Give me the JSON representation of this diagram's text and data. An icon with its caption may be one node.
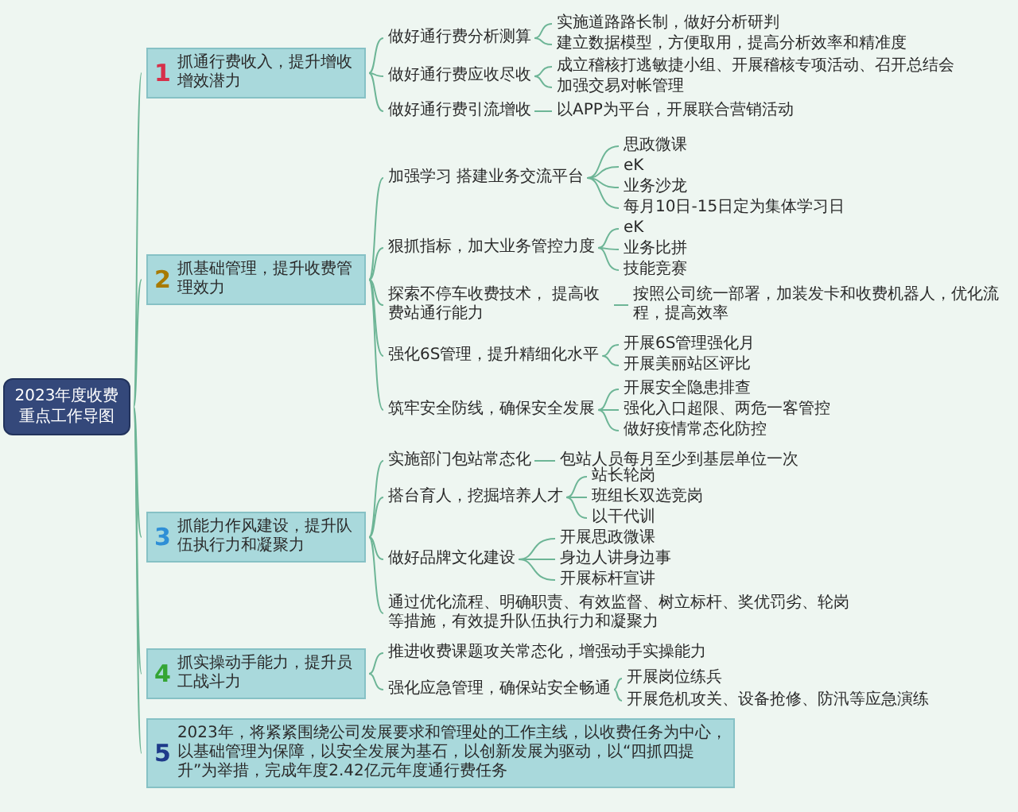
{
  "diagram": {
    "nodes": [
      {
        "text": [
          "2023年度收费重点工作导图"
        ]
      },
      {
        "text": [
          "1",
          "抓通行费收入，提升增收增效潜力"
        ]
      },
      {
        "text": [
          "做好通行费分析测算"
        ]
      },
      {
        "text": [
          "实施道路路长制，做好分析研判"
        ]
      },
      {
        "text": [
          "建立数据模型，方便取用，提高分析效率和精准度"
        ]
      },
      {
        "text": [
          "做好通行费应收尽收"
        ]
      },
      {
        "text": [
          "成立稽核打逃敏捷小组、开展稽核专项活动、召开总结会"
        ]
      },
      {
        "text": [
          "加强交易对帐管理"
        ]
      },
      {
        "text": [
          "做好通行费引流增收"
        ]
      },
      {
        "text": [
          "以APP为平台，开展联合营销活动"
        ]
      },
      {
        "text": [
          "2",
          "抓基础管理，提升收费管理效力"
        ]
      },
      {
        "text": [
          "加强学习 搭建业务交流平台"
        ]
      },
      {
        "text": [
          "思政微课"
        ]
      },
      {
        "text": [
          "eK"
        ]
      },
      {
        "text": [
          "业务沙龙"
        ]
      },
      {
        "text": [
          "每月10日-15日定为集体学习日"
        ]
      },
      {
        "text": [
          "狠抓指标，加大业务管控力度"
        ]
      },
      {
        "text": [
          "eK"
        ]
      },
      {
        "text": [
          "业务比拼"
        ]
      },
      {
        "text": [
          "技能竞赛"
        ]
      },
      {
        "text": [
          "探索不停车收费技术， 提高收费站通行能力"
        ]
      },
      {
        "text": [
          "按照公司统一部署，加装发卡和收费机器人，优化流程，提高效率"
        ]
      },
      {
        "text": [
          "强化6S管理，提升精细化水平"
        ]
      },
      {
        "text": [
          "开展6S管理强化月"
        ]
      },
      {
        "text": [
          "开展美丽站区评比"
        ]
      },
      {
        "text": [
          "筑牢安全防线，确保安全发展"
        ]
      },
      {
        "text": [
          "开展安全隐患排查"
        ]
      },
      {
        "text": [
          "强化入口超限、两危一客管控"
        ]
      },
      {
        "text": [
          "做好疫情常态化防控"
        ]
      },
      {
        "text": [
          "3",
          "抓能力作风建设，提升队伍执行力和凝聚力"
        ]
      },
      {
        "text": [
          "实施部门包站常态化"
        ]
      },
      {
        "text": [
          "包站人员每月至少到基层单位一次"
        ]
      },
      {
        "text": [
          "搭台育人，挖掘培养人才"
        ]
      },
      {
        "text": [
          "站长轮岗"
        ]
      },
      {
        "text": [
          "班组长双选竞岗"
        ]
      },
      {
        "text": [
          "以干代训"
        ]
      },
      {
        "text": [
          "做好品牌文化建设"
        ]
      },
      {
        "text": [
          "开展思政微课"
        ]
      },
      {
        "text": [
          "身边人讲身边事"
        ]
      },
      {
        "text": [
          "开展标杆宣讲"
        ]
      },
      {
        "text": [
          "通过优化流程、明确职责、有效监督、树立标杆、奖优罚劣、轮岗等措施，有效提升队伍执行力和凝聚力"
        ]
      },
      {
        "text": [
          "4",
          "抓实操动手能力，提升员工战斗力"
        ]
      },
      {
        "text": [
          "推进收费课题攻关常态化，增强动手实操能力"
        ]
      },
      {
        "text": [
          "强化应急管理，确保站安全畅通"
        ]
      },
      {
        "text": [
          "开展岗位练兵"
        ]
      },
      {
        "text": [
          "开展危机攻关、设备抢修、防汛等应急演练"
        ]
      },
      {
        "text": [
          "5",
          "2023年，将紧紧围绕公司发展要求和管理处的工作主线，以收费任务为中心，以基础管理为保障，以安全发展为基石，以创新发展为驱动，以“四抓四提升”为举措，完成年度2.42亿元年度通行费任务"
        ]
      }
    ],
    "edges": [
      {
        "from": 0,
        "to": 1,
        "arrow": "none"
      },
      {
        "from": 0,
        "to": 10,
        "arrow": "none"
      },
      {
        "from": 0,
        "to": 29,
        "arrow": "none"
      },
      {
        "from": 0,
        "to": 41,
        "arrow": "none"
      },
      {
        "from": 0,
        "to": 46,
        "arrow": "none"
      },
      {
        "from": 1,
        "to": 2,
        "arrow": "none"
      },
      {
        "from": 2,
        "to": 3,
        "arrow": "none"
      },
      {
        "from": 2,
        "to": 4,
        "arrow": "none"
      },
      {
        "from": 1,
        "to": 5,
        "arrow": "none"
      },
      {
        "from": 5,
        "to": 6,
        "arrow": "none"
      },
      {
        "from": 5,
        "to": 7,
        "arrow": "none"
      },
      {
        "from": 1,
        "to": 8,
        "arrow": "none"
      },
      {
        "from": 8,
        "to": 9,
        "arrow": "none"
      },
      {
        "from": 10,
        "to": 11,
        "arrow": "none"
      },
      {
        "from": 11,
        "to": 12,
        "arrow": "none"
      },
      {
        "from": 11,
        "to": 13,
        "arrow": "none"
      },
      {
        "from": 11,
        "to": 14,
        "arrow": "none"
      },
      {
        "from": 11,
        "to": 15,
        "arrow": "none"
      },
      {
        "from": 10,
        "to": 16,
        "arrow": "none"
      },
      {
        "from": 16,
        "to": 17,
        "arrow": "none"
      },
      {
        "from": 16,
        "to": 18,
        "arrow": "none"
      },
      {
        "from": 16,
        "to": 19,
        "arrow": "none"
      },
      {
        "from": 10,
        "to": 20,
        "arrow": "none"
      },
      {
        "from": 20,
        "to": 21,
        "arrow": "none"
      },
      {
        "from": 10,
        "to": 22,
        "arrow": "none"
      },
      {
        "from": 22,
        "to": 23,
        "arrow": "none"
      },
      {
        "from": 22,
        "to": 24,
        "arrow": "none"
      },
      {
        "from": 10,
        "to": 25,
        "arrow": "none"
      },
      {
        "from": 25,
        "to": 26,
        "arrow": "none"
      },
      {
        "from": 25,
        "to": 27,
        "arrow": "none"
      },
      {
        "from": 25,
        "to": 28,
        "arrow": "none"
      },
      {
        "from": 29,
        "to": 30,
        "arrow": "none"
      },
      {
        "from": 30,
        "to": 31,
        "arrow": "none"
      },
      {
        "from": 29,
        "to": 32,
        "arrow": "none"
      },
      {
        "from": 32,
        "to": 33,
        "arrow": "none"
      },
      {
        "from": 32,
        "to": 34,
        "arrow": "none"
      },
      {
        "from": 32,
        "to": 35,
        "arrow": "none"
      },
      {
        "from": 29,
        "to": 36,
        "arrow": "none"
      },
      {
        "from": 36,
        "to": 37,
        "arrow": "none"
      },
      {
        "from": 36,
        "to": 38,
        "arrow": "none"
      },
      {
        "from": 36,
        "to": 39,
        "arrow": "none"
      },
      {
        "from": 29,
        "to": 40,
        "arrow": "none"
      },
      {
        "from": 41,
        "to": 42,
        "arrow": "none"
      },
      {
        "from": 41,
        "to": 43,
        "arrow": "none"
      },
      {
        "from": 43,
        "to": 44,
        "arrow": "none"
      },
      {
        "from": 43,
        "to": 45,
        "arrow": "none"
      }
    ]
  }
}
